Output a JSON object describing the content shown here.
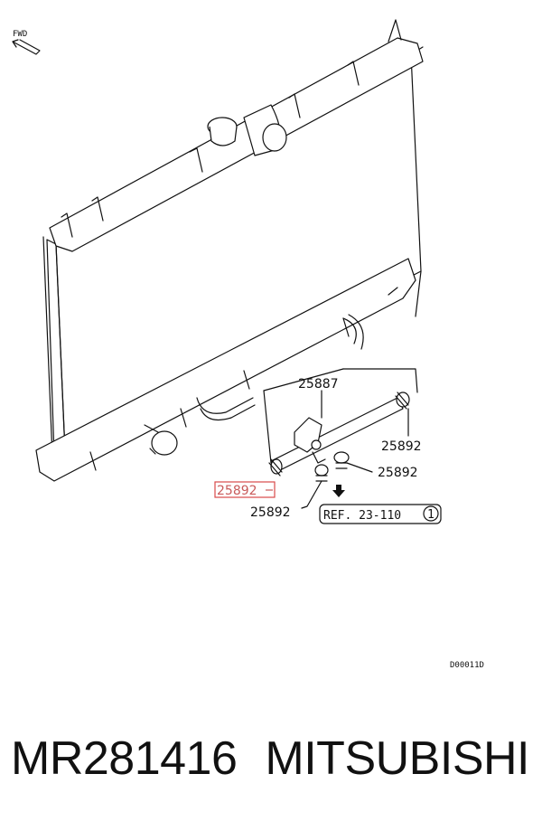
{
  "orientation_label": "FWD",
  "callouts": {
    "part_25887": "25887",
    "part_25892_right_upper": "25892",
    "part_25892_right_lower": "25892",
    "part_25892_left_highlighted": "25892",
    "part_25892_bottom": "25892"
  },
  "reference": {
    "text": "REF. 23-110",
    "circle_num": "1"
  },
  "figure_code": "D00011D",
  "footer": {
    "part_number": "MR281416",
    "brand": "MITSUBISHI"
  },
  "colors": {
    "highlight": "#d94a4a",
    "line": "#111111"
  }
}
